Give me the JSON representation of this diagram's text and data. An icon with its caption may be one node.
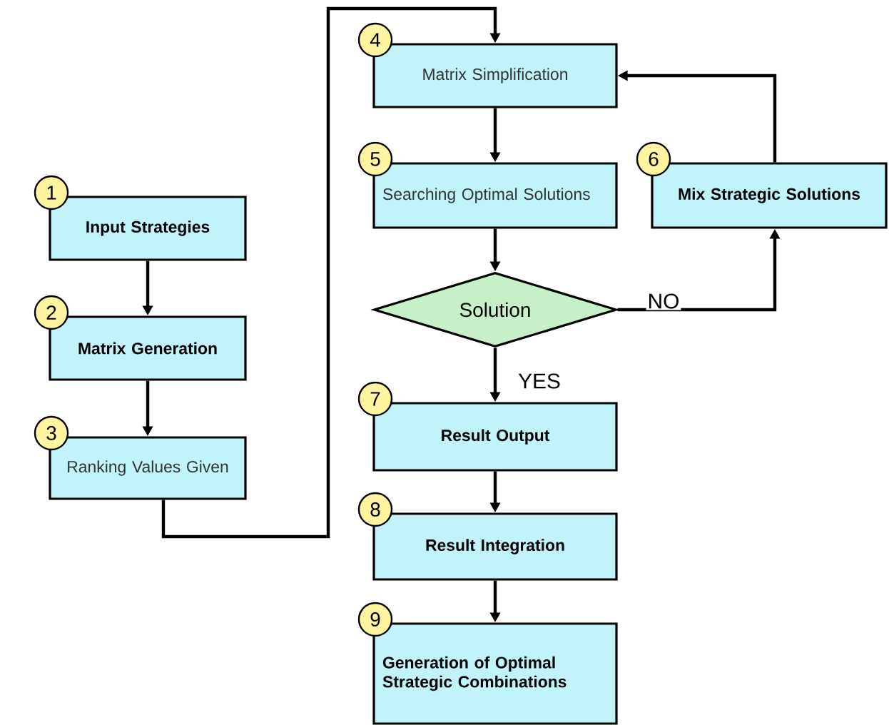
{
  "diagram": {
    "nodes": [
      {
        "text": [
          "Input Strategies"
        ],
        "beside": [
          "1"
        ]
      },
      {
        "text": [
          "Matrix Generation"
        ],
        "beside": [
          "2"
        ]
      },
      {
        "text": [
          "Ranking Values Given"
        ],
        "beside": [
          "3"
        ]
      },
      {
        "text": [
          "Matrix Simplification"
        ],
        "beside": [
          "4"
        ]
      },
      {
        "text": [
          "Searching Optimal Solutions"
        ],
        "beside": [
          "5"
        ]
      },
      {
        "text": [
          "Mix Strategic Solutions"
        ],
        "beside": [
          "6"
        ]
      },
      {
        "text": [
          "Solution"
        ]
      },
      {
        "text": [
          "Result Output"
        ],
        "beside": [
          "7"
        ]
      },
      {
        "text": [
          "Result Integration"
        ],
        "beside": [
          "8"
        ]
      },
      {
        "text": [
          "Generation of Optimal Strategic Combinations"
        ],
        "beside": [
          "9"
        ]
      }
    ],
    "edges": [
      {
        "from": 0,
        "to": 1,
        "arrow": "to"
      },
      {
        "from": 1,
        "to": 2,
        "arrow": "to"
      },
      {
        "from": 2,
        "to": 3,
        "arrow": "to"
      },
      {
        "from": 3,
        "to": 4,
        "arrow": "to"
      },
      {
        "from": 4,
        "to": 6,
        "arrow": "to"
      },
      {
        "from": 6,
        "to": 5,
        "arrow": "to",
        "label": "NO"
      },
      {
        "from": 5,
        "to": 3,
        "arrow": "to"
      },
      {
        "from": 6,
        "to": 7,
        "arrow": "to",
        "label": "YES"
      },
      {
        "from": 7,
        "to": 8,
        "arrow": "to"
      },
      {
        "from": 8,
        "to": 9,
        "arrow": "to"
      }
    ]
  }
}
